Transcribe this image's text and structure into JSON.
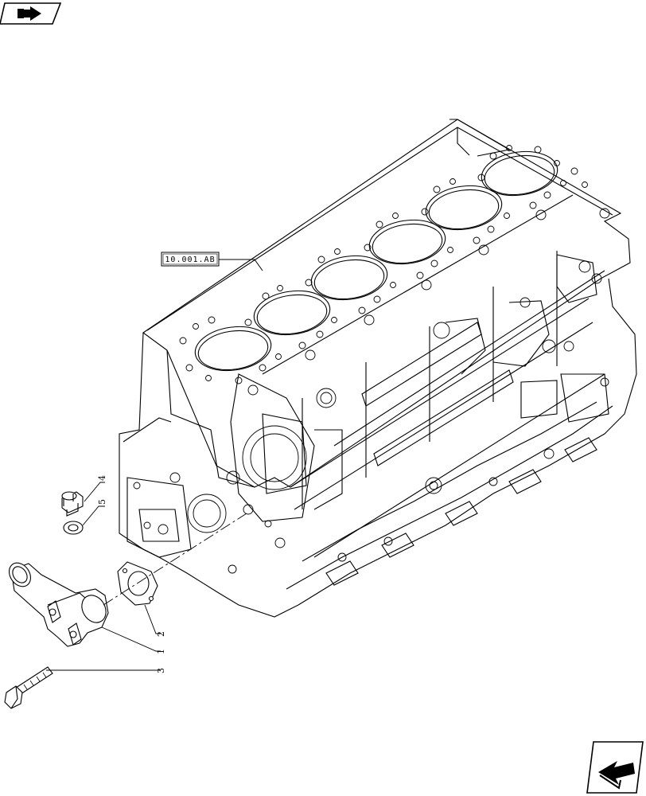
{
  "reference_label": "10.001.AB",
  "callouts": [
    {
      "number": "1"
    },
    {
      "number": "2"
    },
    {
      "number": "3"
    },
    {
      "number": "4"
    },
    {
      "number": "5"
    }
  ],
  "nav": {
    "prev_icon": "back-arrow-icon",
    "next_icon": "forward-arrow-icon"
  },
  "colors": {
    "line": "#000000",
    "background": "#ffffff"
  }
}
